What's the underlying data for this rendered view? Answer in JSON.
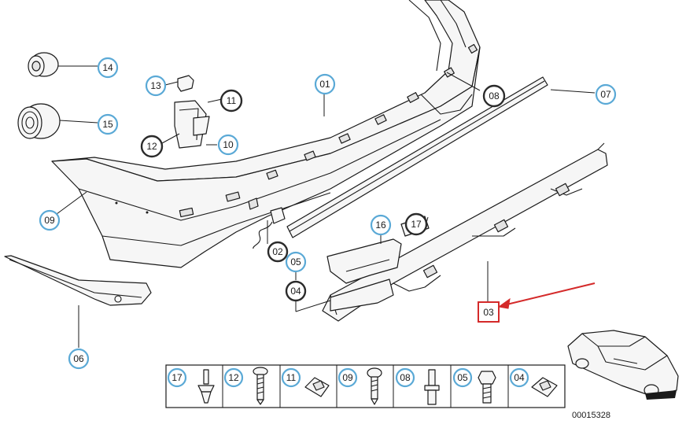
{
  "callouts": {
    "c01": "01",
    "c02": "02",
    "c03": "03",
    "c04": "04",
    "c05": "05",
    "c06": "06",
    "c07": "07",
    "c08": "08",
    "c09": "09",
    "c10": "10",
    "c11": "11",
    "c12": "12",
    "c13": "13",
    "c14": "14",
    "c15": "15",
    "c16": "16",
    "c17": "17"
  },
  "legend": {
    "items": [
      "17",
      "12",
      "11",
      "09",
      "08",
      "05",
      "04"
    ]
  },
  "highlight_color": "#d42a2a",
  "callout_color": "#5aa9d6",
  "diagram_id": "00015328"
}
